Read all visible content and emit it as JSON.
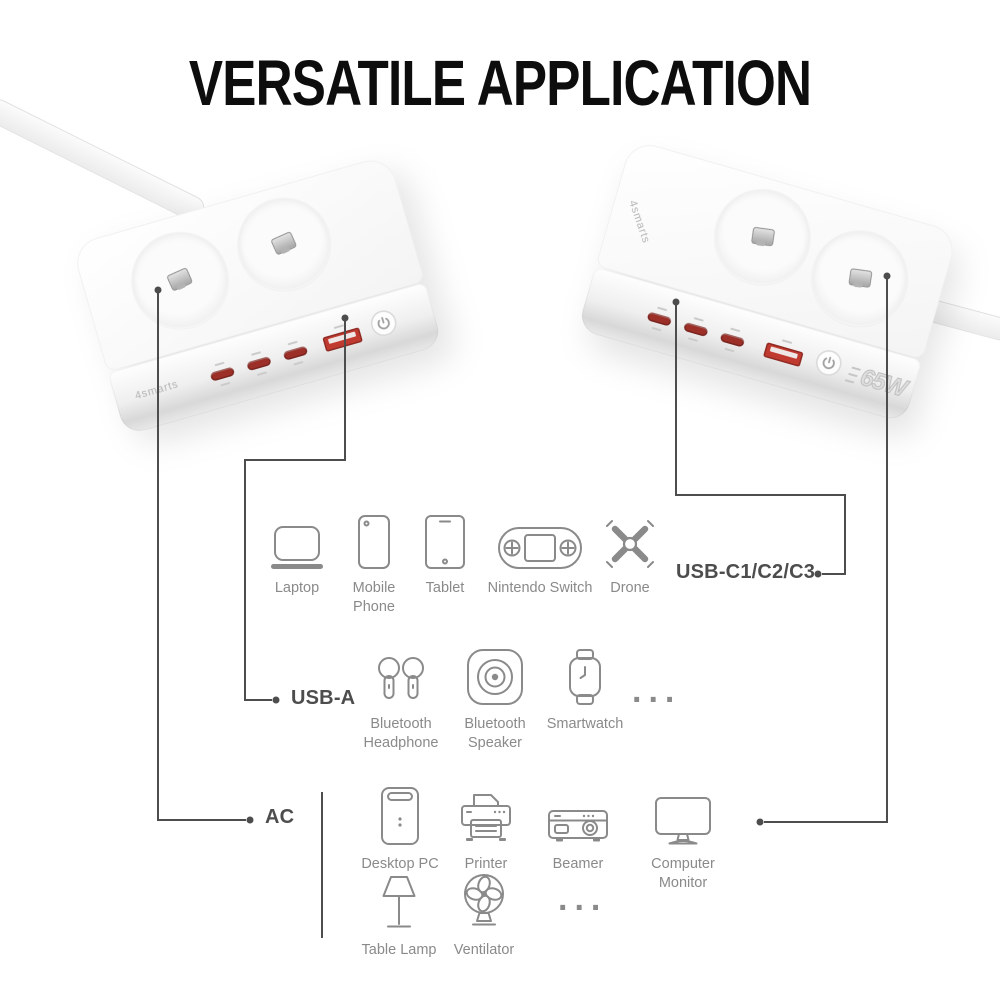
{
  "title": "VERSATILE APPLICATION",
  "colors": {
    "background": "#ffffff",
    "title_text": "#0d0d0d",
    "line": "#4d4d4d",
    "icon": "#8a8a8a",
    "device_label": "#8a8a8a",
    "port_label_bold": "#4d4d4d",
    "usb_c_port": "#9c2f28",
    "usb_a_port": "#c03a30",
    "brand_text": "#b5b5b5"
  },
  "strips": {
    "left": {
      "brand": "4smarts"
    },
    "right": {
      "brand": "4smarts",
      "power_rating": "65W"
    }
  },
  "groups": {
    "usb_c": {
      "label": "USB-C1/C2/C3",
      "devices": [
        {
          "label": "Laptop"
        },
        {
          "label": "Mobile Phone"
        },
        {
          "label": "Tablet"
        },
        {
          "label": "Nintendo Switch"
        },
        {
          "label": "Drone"
        }
      ]
    },
    "usb_a": {
      "label": "USB-A",
      "devices": [
        {
          "label": "Bluetooth Headphone"
        },
        {
          "label": "Bluetooth Speaker"
        },
        {
          "label": "Smartwatch"
        }
      ],
      "more": "..."
    },
    "ac": {
      "label": "AC",
      "devices_row1": [
        {
          "label": "Desktop PC"
        },
        {
          "label": "Printer"
        },
        {
          "label": "Beamer"
        },
        {
          "label": "Computer Monitor"
        }
      ],
      "devices_row2": [
        {
          "label": "Table Lamp"
        },
        {
          "label": "Ventilator"
        }
      ],
      "more": "..."
    }
  }
}
